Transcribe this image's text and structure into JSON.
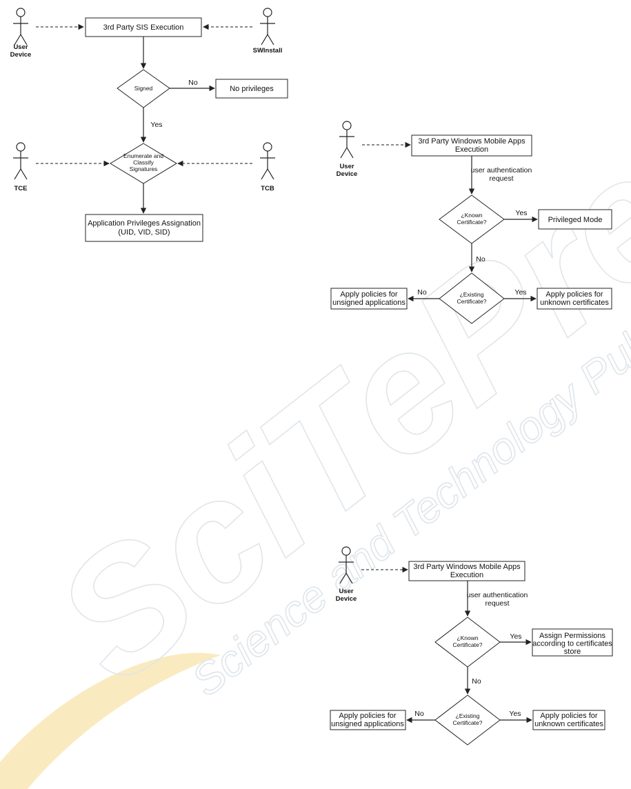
{
  "watermark": {
    "main": "SciTePress",
    "sub": "Science and Technology Publications",
    "colors": {
      "stroke": "#dfe5ea",
      "swoosh": "#f6d98a"
    }
  },
  "diagram1": {
    "actor_user": [
      "User",
      "Device"
    ],
    "actor_swinstall": [
      "SWInstall"
    ],
    "actor_tce": [
      "TCE"
    ],
    "actor_tcb": [
      "TCB"
    ],
    "start": [
      "3rd Party SIS Execution"
    ],
    "signed": [
      "Signed"
    ],
    "no_priv": [
      "No privileges"
    ],
    "enum": [
      "Enumerate and",
      "Classify",
      "Signatures"
    ],
    "assign": [
      "Application Privileges Assignation",
      "(UID, VID, SID)"
    ],
    "edge_no": [
      "No"
    ],
    "edge_yes": [
      "Yes"
    ]
  },
  "diagram2": {
    "actor_user": [
      "User",
      "Device"
    ],
    "start": [
      "3rd Party Windows Mobile Apps",
      "Execution"
    ],
    "auth": [
      "user authentication",
      "request"
    ],
    "known": [
      "¿Known",
      "Certificate?"
    ],
    "privileged": [
      "Privileged Mode"
    ],
    "existing": [
      "¿Existing",
      "Certificate?"
    ],
    "unsigned": [
      "Apply policies for",
      "unsigned applications"
    ],
    "unknown": [
      "Apply policies for",
      "unknown certificates"
    ],
    "edge_yes1": [
      "Yes"
    ],
    "edge_no1": [
      "No"
    ],
    "edge_no2": [
      "No"
    ],
    "edge_yes2": [
      "Yes"
    ]
  },
  "diagram3": {
    "actor_user": [
      "User",
      "Device"
    ],
    "start": [
      "3rd Party Windows Mobile Apps",
      "Execution"
    ],
    "auth": [
      "user authentication",
      "request"
    ],
    "known": [
      "¿Known",
      "Certificate?"
    ],
    "assign": [
      "Assign Permissions",
      "according to certificates",
      "store"
    ],
    "existing": [
      "¿Existing",
      "Certificate?"
    ],
    "unsigned": [
      "Apply policies for",
      "unsigned applications"
    ],
    "unknown": [
      "Apply policies for",
      "unknown certificates"
    ],
    "edge_yes1": [
      "Yes"
    ],
    "edge_no1": [
      "No"
    ],
    "edge_no2": [
      "No"
    ],
    "edge_yes2": [
      "Yes"
    ]
  }
}
